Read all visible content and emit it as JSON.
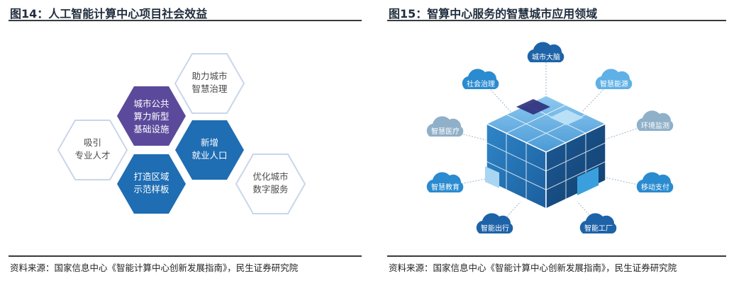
{
  "left": {
    "title": "图14：人工智能计算中心项目社会效益",
    "source": "资料来源：国家信息中心《智能计算中心创新发展指南》，民生证券研究院",
    "hexagons": [
      {
        "line1": "助力城市",
        "line2": "智慧治理",
        "line3": "",
        "style": "outline"
      },
      {
        "line1": "城市公共",
        "line2": "算力新型",
        "line3": "基础设施",
        "style": "purple"
      },
      {
        "line1": "吸引",
        "line2": "专业人才",
        "line3": "",
        "style": "outline"
      },
      {
        "line1": "新增",
        "line2": "就业人口",
        "line3": "",
        "style": "blue"
      },
      {
        "line1": "打造区域",
        "line2": "示范样板",
        "line3": "",
        "style": "blue"
      },
      {
        "line1": "优化城市",
        "line2": "数字服务",
        "line3": "",
        "style": "outline"
      }
    ],
    "colors": {
      "purple": "#5b4a9b",
      "blue": "#1f6db3",
      "outline": "#c9d6ea",
      "text_dark": "#4a4a4a"
    }
  },
  "right": {
    "title": "图15：智算中心服务的智慧城市应用领域",
    "source": "资料来源：国家信息中心《智能计算中心创新发展指南》，民生证券研究院",
    "clouds": [
      {
        "label": "城市大脑",
        "tone": "dark"
      },
      {
        "label": "社会治理",
        "tone": "mid"
      },
      {
        "label": "智慧能源",
        "tone": "light"
      },
      {
        "label": "智慧医疗",
        "tone": "gray"
      },
      {
        "label": "环境监测",
        "tone": "gray"
      },
      {
        "label": "智慧教育",
        "tone": "mid"
      },
      {
        "label": "移动支付",
        "tone": "mid"
      },
      {
        "label": "智能出行",
        "tone": "dark"
      },
      {
        "label": "智能工厂",
        "tone": "dark"
      }
    ],
    "colors": {
      "dark": "#1e63a8",
      "mid": "#2a8bd0",
      "light": "#5fb0e6",
      "gray": "#8fb0c8"
    }
  }
}
